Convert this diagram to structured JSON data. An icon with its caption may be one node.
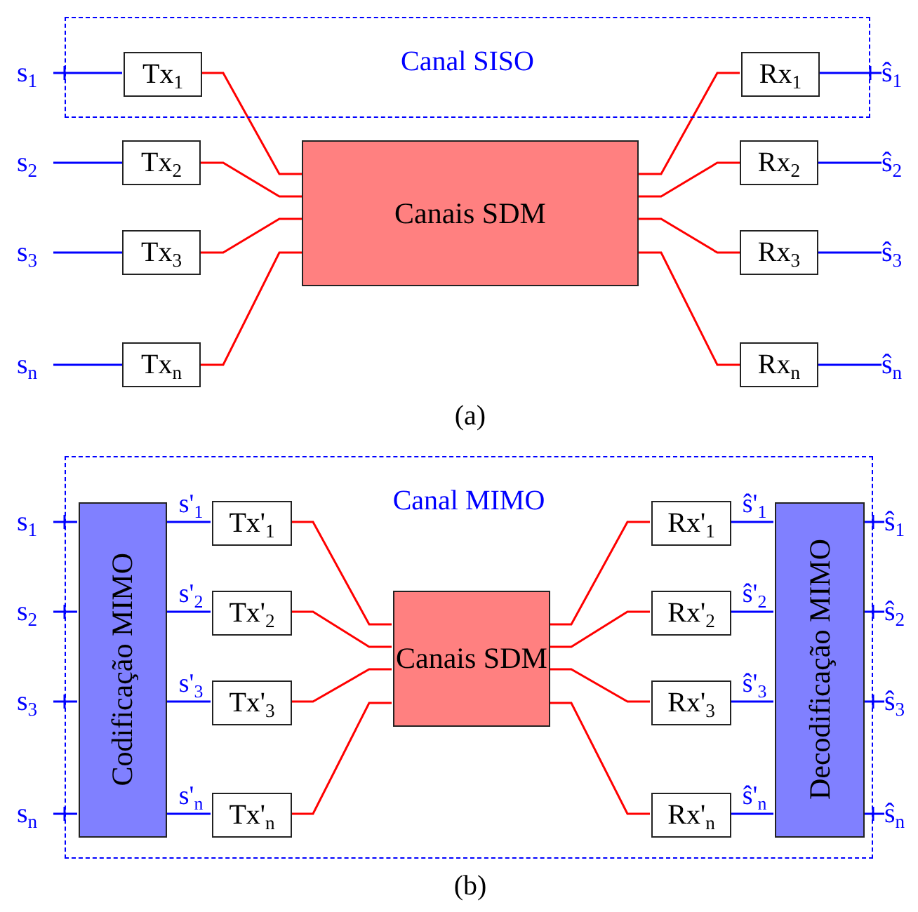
{
  "diagram": {
    "nodes": [
      {
        "text": [
          "Canal SISO"
        ]
      },
      {
        "text": [
          "s$_{1}$"
        ]
      },
      {
        "text": [
          "Tx$_{1}$"
        ],
        "in": 0
      },
      {
        "text": [
          "s$_{2}$"
        ]
      },
      {
        "text": [
          "Tx$_{2}$"
        ]
      },
      {
        "text": [
          "s$_{3}$"
        ]
      },
      {
        "text": [
          "Tx$_{3}$"
        ]
      },
      {
        "text": [
          "s$_{n}$"
        ]
      },
      {
        "text": [
          "Tx$_{n}$"
        ]
      },
      {
        "text": [
          "Canais SDM"
        ]
      },
      {
        "text": [
          "Rx$_{1}$"
        ],
        "in": 0
      },
      {
        "text": [
          "ŝ$_{1}$"
        ]
      },
      {
        "text": [
          "Rx$_{2}$"
        ]
      },
      {
        "text": [
          "ŝ$_{2}$"
        ]
      },
      {
        "text": [
          "Rx$_{3}$"
        ]
      },
      {
        "text": [
          "ŝ$_{3}$"
        ]
      },
      {
        "text": [
          "Rx$_{n}$"
        ]
      },
      {
        "text": [
          "ŝ$_{n}$"
        ]
      },
      {
        "text": [
          "Canal MIMO"
        ]
      },
      {
        "text": [
          "s$_{1}$"
        ]
      },
      {
        "text": [
          "s$_{2}$"
        ]
      },
      {
        "text": [
          "s$_{3}$"
        ]
      },
      {
        "text": [
          "s$_{n}$"
        ]
      },
      {
        "text": [
          "Codificação MIMO"
        ],
        "in": 18
      },
      {
        "text": [
          "Tx'$_{1}$"
        ],
        "in": 18
      },
      {
        "text": [
          "Tx'$_{2}$"
        ],
        "in": 18
      },
      {
        "text": [
          "Tx'$_{3}$"
        ],
        "in": 18
      },
      {
        "text": [
          "Tx'$_{n}$"
        ],
        "in": 18
      },
      {
        "text": [
          "Canais SDM"
        ],
        "in": 18
      },
      {
        "text": [
          "Rx'$_{1}$"
        ],
        "in": 18
      },
      {
        "text": [
          "Rx'$_{2}$"
        ],
        "in": 18
      },
      {
        "text": [
          "Rx'$_{3}$"
        ],
        "in": 18
      },
      {
        "text": [
          "Rx'$_{n}$"
        ],
        "in": 18
      },
      {
        "text": [
          "Decodificação MIMO"
        ],
        "in": 18
      },
      {
        "text": [
          "ŝ$_{1}$"
        ]
      },
      {
        "text": [
          "ŝ$_{2}$"
        ]
      },
      {
        "text": [
          "ŝ$_{3}$"
        ]
      },
      {
        "text": [
          "ŝ$_{n}$"
        ]
      }
    ],
    "edges": [
      {
        "from": 1,
        "to": 2,
        "arrow": "none",
        "color": "#0000ff"
      },
      {
        "from": 3,
        "to": 4,
        "arrow": "none",
        "color": "#0000ff"
      },
      {
        "from": 5,
        "to": 6,
        "arrow": "none",
        "color": "#0000ff"
      },
      {
        "from": 7,
        "to": 8,
        "arrow": "none",
        "color": "#0000ff"
      },
      {
        "from": 2,
        "to": 9,
        "arrow": "none",
        "color": "#ff0000"
      },
      {
        "from": 4,
        "to": 9,
        "arrow": "none",
        "color": "#ff0000"
      },
      {
        "from": 6,
        "to": 9,
        "arrow": "none",
        "color": "#ff0000"
      },
      {
        "from": 8,
        "to": 9,
        "arrow": "none",
        "color": "#ff0000"
      },
      {
        "from": 9,
        "to": 10,
        "arrow": "none",
        "color": "#ff0000"
      },
      {
        "from": 9,
        "to": 12,
        "arrow": "none",
        "color": "#ff0000"
      },
      {
        "from": 9,
        "to": 14,
        "arrow": "none",
        "color": "#ff0000"
      },
      {
        "from": 9,
        "to": 16,
        "arrow": "none",
        "color": "#ff0000"
      },
      {
        "from": 10,
        "to": 11,
        "arrow": "none",
        "color": "#0000ff"
      },
      {
        "from": 12,
        "to": 13,
        "arrow": "none",
        "color": "#0000ff"
      },
      {
        "from": 14,
        "to": 15,
        "arrow": "none",
        "color": "#0000ff"
      },
      {
        "from": 16,
        "to": 17,
        "arrow": "none",
        "color": "#0000ff"
      },
      {
        "from": 19,
        "to": 23,
        "arrow": "none",
        "color": "#0000ff"
      },
      {
        "from": 20,
        "to": 23,
        "arrow": "none",
        "color": "#0000ff"
      },
      {
        "from": 21,
        "to": 23,
        "arrow": "none",
        "color": "#0000ff"
      },
      {
        "from": 22,
        "to": 23,
        "arrow": "none",
        "color": "#0000ff"
      },
      {
        "from": 23,
        "to": 24,
        "arrow": "none",
        "color": "#0000ff",
        "label": "s'$_{1}$"
      },
      {
        "from": 23,
        "to": 25,
        "arrow": "none",
        "color": "#0000ff",
        "label": "s'$_{2}$"
      },
      {
        "from": 23,
        "to": 26,
        "arrow": "none",
        "color": "#0000ff",
        "label": "s'$_{3}$"
      },
      {
        "from": 23,
        "to": 27,
        "arrow": "none",
        "color": "#0000ff",
        "label": "s'$_{n}$"
      },
      {
        "from": 24,
        "to": 28,
        "arrow": "none",
        "color": "#ff0000"
      },
      {
        "from": 25,
        "to": 28,
        "arrow": "none",
        "color": "#ff0000"
      },
      {
        "from": 26,
        "to": 28,
        "arrow": "none",
        "color": "#ff0000"
      },
      {
        "from": 27,
        "to": 28,
        "arrow": "none",
        "color": "#ff0000"
      },
      {
        "from": 28,
        "to": 29,
        "arrow": "none",
        "color": "#ff0000"
      },
      {
        "from": 28,
        "to": 30,
        "arrow": "none",
        "color": "#ff0000"
      },
      {
        "from": 28,
        "to": 31,
        "arrow": "none",
        "color": "#ff0000"
      },
      {
        "from": 28,
        "to": 32,
        "arrow": "none",
        "color": "#ff0000"
      },
      {
        "from": 29,
        "to": 33,
        "arrow": "none",
        "color": "#0000ff",
        "label": "ŝ'$_{1}$"
      },
      {
        "from": 30,
        "to": 33,
        "arrow": "none",
        "color": "#0000ff",
        "label": "ŝ'$_{2}$"
      },
      {
        "from": 31,
        "to": 33,
        "arrow": "none",
        "color": "#0000ff",
        "label": "ŝ'$_{3}$"
      },
      {
        "from": 32,
        "to": 33,
        "arrow": "none",
        "color": "#0000ff",
        "label": "ŝ'$_{n}$"
      },
      {
        "from": 33,
        "to": 34,
        "arrow": "none",
        "color": "#0000ff"
      },
      {
        "from": 33,
        "to": 35,
        "arrow": "none",
        "color": "#0000ff"
      },
      {
        "from": 33,
        "to": 36,
        "arrow": "none",
        "color": "#0000ff"
      },
      {
        "from": 33,
        "to": 37,
        "arrow": "none",
        "color": "#0000ff"
      }
    ],
    "labels": [
      "(a)",
      "(b)"
    ]
  }
}
